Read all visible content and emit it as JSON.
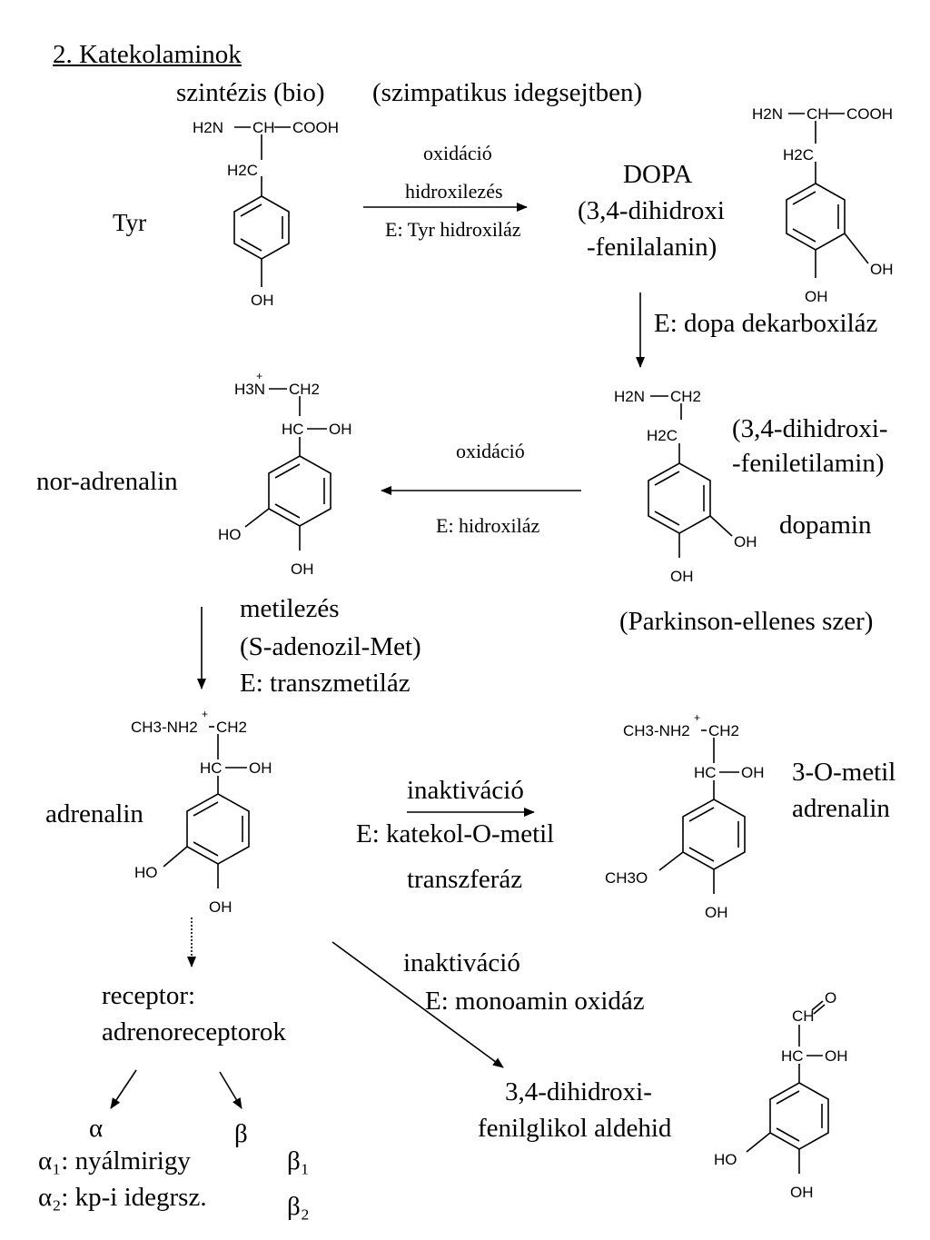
{
  "title": "2. Katekolaminok",
  "subtitle_left": "szintézis (bio)",
  "subtitle_right": "(szimpatikus idegsejtben)",
  "step1": {
    "above1": "oxidáció",
    "above2": "hidroxilezés",
    "below": "E: Tyr hidroxiláz"
  },
  "tyr": {
    "name": "Tyr"
  },
  "dopa": {
    "name": "DOPA",
    "full1": "(3,4-dihidroxi",
    "full2": "-fenilalanin)"
  },
  "step2": {
    "enzyme": "E: dopa dekarboxiláz"
  },
  "dopamine": {
    "full1": "(3,4-dihidroxi-",
    "full2": "-feniletilamin)",
    "name": "dopamin",
    "note": "(Parkinson-ellenes szer)"
  },
  "step3": {
    "above": "oxidáció",
    "below": "E: hidroxiláz"
  },
  "noradrenaline": {
    "name": "nor-adrenalin"
  },
  "step4": {
    "line1": "metilezés",
    "line2": "(S-adenozil-Met)",
    "line3": "E: transzmetiláz"
  },
  "adrenaline": {
    "name": "adrenalin"
  },
  "step5": {
    "above": "inaktiváció",
    "line2": "E: katekol-O-metil",
    "line3": "transzferáz"
  },
  "methyladrenaline": {
    "name1": "3-O-metil",
    "name2": "adrenalin"
  },
  "step6": {
    "above": "inaktiváció",
    "line2": "E: monoamin oxidáz"
  },
  "aldehyde": {
    "name1": "3,4-dihidroxi-",
    "name2": "fenilglikol aldehid"
  },
  "receptor": {
    "line1": "receptor:",
    "line2": "adrenoreceptorok",
    "alpha": "α",
    "beta": "β",
    "alpha1": "α₁: nyálmirigy",
    "alpha2": "α₂: kp-i idegrsz.",
    "beta1": "β₁",
    "beta2": "β₂"
  },
  "chem": {
    "H2N": "H2N",
    "CH": "CH",
    "COOH": "COOH",
    "H2C": "H2C",
    "OH": "OH",
    "HO": "HO",
    "CH2": "CH2",
    "H3N": "H3N",
    "plus": "+",
    "HC": "HC",
    "CH3NH2": "CH3-NH2",
    "CH3O": "CH3O",
    "O": "O"
  }
}
